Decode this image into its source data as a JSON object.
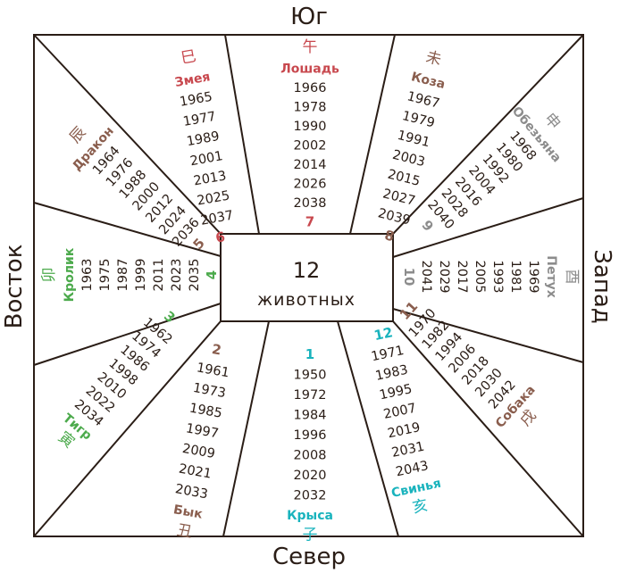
{
  "directions": {
    "south": "Юг",
    "north": "Север",
    "east": "Восток",
    "west": "Запад"
  },
  "center": {
    "number": "12",
    "label": "животных"
  },
  "colors": {
    "line": "#2a1d16",
    "red": "#c8484e",
    "brown": "#8a5e4e",
    "gray": "#8c8c8c",
    "green": "#4caa4c",
    "cyan": "#19b3bd"
  },
  "animals": [
    {
      "index": "1",
      "name": "Крыса",
      "glyph": "子",
      "color": "#19b3bd",
      "years": [
        "1950",
        "1972",
        "1984",
        "1996",
        "2008",
        "2020",
        "2032"
      ]
    },
    {
      "index": "2",
      "name": "Бык",
      "glyph": "丑",
      "color": "#8a5e4e",
      "years": [
        "1961",
        "1973",
        "1985",
        "1997",
        "2009",
        "2021",
        "2033"
      ]
    },
    {
      "index": "3",
      "name": "Тигр",
      "glyph": "寅",
      "color": "#4caa4c",
      "years": [
        "1962",
        "1974",
        "1986",
        "1998",
        "2010",
        "2022",
        "2034"
      ]
    },
    {
      "index": "4",
      "name": "Кролик",
      "glyph": "卯",
      "color": "#4caa4c",
      "years": [
        "1963",
        "1975",
        "1987",
        "1999",
        "2011",
        "2023",
        "2035"
      ]
    },
    {
      "index": "5",
      "name": "Дракон",
      "glyph": "辰",
      "color": "#8a5e4e",
      "years": [
        "1964",
        "1976",
        "1988",
        "2000",
        "2012",
        "2024",
        "2036"
      ]
    },
    {
      "index": "6",
      "name": "Змея",
      "glyph": "巳",
      "color": "#c8484e",
      "years": [
        "1965",
        "1977",
        "1989",
        "2001",
        "2013",
        "2025",
        "2037"
      ]
    },
    {
      "index": "7",
      "name": "Лошадь",
      "glyph": "午",
      "color": "#c8484e",
      "years": [
        "1966",
        "1978",
        "1990",
        "2002",
        "2014",
        "2026",
        "2038"
      ]
    },
    {
      "index": "8",
      "name": "Коза",
      "glyph": "未",
      "color": "#8a5e4e",
      "years": [
        "1967",
        "1979",
        "1991",
        "2003",
        "2015",
        "2027",
        "2039"
      ]
    },
    {
      "index": "9",
      "name": "Обезьяна",
      "glyph": "申",
      "color": "#8c8c8c",
      "years": [
        "1968",
        "1980",
        "1992",
        "2004",
        "2016",
        "2028",
        "2040"
      ]
    },
    {
      "index": "10",
      "name": "Петух",
      "glyph": "酉",
      "color": "#8c8c8c",
      "years": [
        "1969",
        "1981",
        "1993",
        "2005",
        "2017",
        "2029",
        "2041"
      ]
    },
    {
      "index": "11",
      "name": "Собака",
      "glyph": "戌",
      "color": "#8a5e4e",
      "years": [
        "1970",
        "1982",
        "1994",
        "2006",
        "2018",
        "2030",
        "2042"
      ]
    },
    {
      "index": "12",
      "name": "Свинья",
      "glyph": "亥",
      "color": "#19b3bd",
      "years": [
        "1971",
        "1983",
        "1995",
        "2007",
        "2019",
        "2031",
        "2043"
      ]
    }
  ]
}
